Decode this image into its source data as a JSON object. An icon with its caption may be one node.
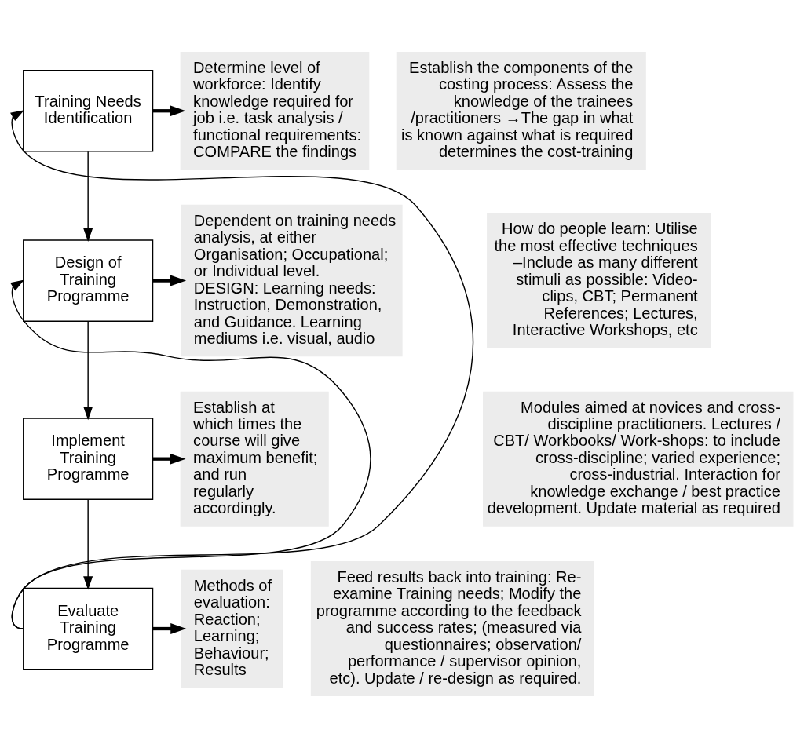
{
  "diagram": {
    "nodes": [
      {
        "text": [
          "Training Needs Identification"
        ]
      },
      {
        "text": [
          "Determine level of workforce: Identify knowledge required for job i.e. task analysis / functional requirements: COMPARE the findings"
        ]
      },
      {
        "text": [
          "Establish the components of the costing process: Assess the knowledge of the trainees /practitioners →The gap in what is known against what is required determines the cost-training"
        ]
      },
      {
        "text": [
          "Design of Training Programme"
        ]
      },
      {
        "text": [
          "Dependent on training needs analysis, at either Organisation; Occupational; or Individual level. DESIGN: Learning needs: Instruction, Demonstration, and Guidance. Learning mediums i.e. visual, audio"
        ]
      },
      {
        "text": [
          "How do people learn: Utilise the most effective techniques –Include as many different stimuli as possible: Video-clips, CBT; Permanent References; Lectures, Interactive Workshops, etc"
        ]
      },
      {
        "text": [
          "Implement Training Programme"
        ]
      },
      {
        "text": [
          "Establish at which times the course will give maximum benefit; and run regularly accordingly."
        ]
      },
      {
        "text": [
          "Modules aimed at novices and cross-discipline practitioners. Lectures / CBT/ Workbooks/ Work-shops: to include cross-discipline; varied experience; cross-industrial. Interaction for knowledge exchange / best practice development. Update material as required"
        ]
      },
      {
        "text": [
          "Evaluate Training Programme"
        ]
      },
      {
        "text": [
          "Methods of evaluation: Reaction; Learning; Behaviour; Results"
        ]
      },
      {
        "text": [
          "Feed results back into training: Re-examine Training needs; Modify the programme according to the feedback and success rates; (measured via questionnaires; observation/ performance / supervisor opinion, etc). Update / re-design as required."
        ]
      }
    ],
    "edges": [
      {
        "from": 0,
        "to": 1,
        "arrow": "to",
        "style": "thick"
      },
      {
        "from": 0,
        "to": 3,
        "arrow": "to"
      },
      {
        "from": 3,
        "to": 4,
        "arrow": "to",
        "style": "thick"
      },
      {
        "from": 3,
        "to": 6,
        "arrow": "to"
      },
      {
        "from": 6,
        "to": 7,
        "arrow": "to",
        "style": "thick"
      },
      {
        "from": 6,
        "to": 9,
        "arrow": "to"
      },
      {
        "from": 9,
        "to": 10,
        "arrow": "to",
        "style": "thick"
      },
      {
        "from": 9,
        "to": 0,
        "arrow": "to"
      },
      {
        "from": 9,
        "to": 3,
        "arrow": "to"
      }
    ]
  }
}
